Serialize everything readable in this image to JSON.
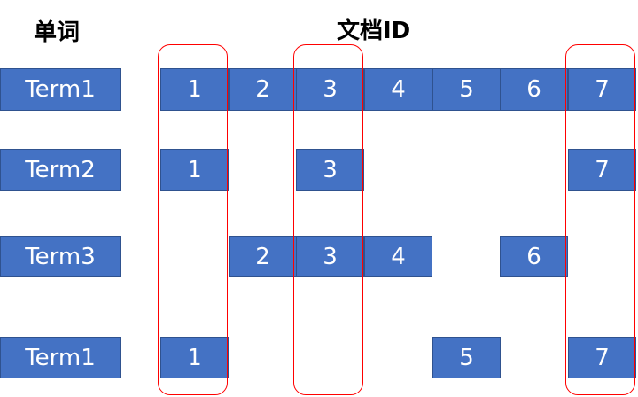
{
  "headers": {
    "terms": "单词",
    "docs": "文档ID"
  },
  "rows": [
    {
      "term": "Term1",
      "docs": [
        "1",
        "2",
        "3",
        "4",
        "5",
        "6",
        "7"
      ]
    },
    {
      "term": "Term2",
      "docs": [
        "1",
        "3",
        "7"
      ]
    },
    {
      "term": "Term3",
      "docs": [
        "2",
        "3",
        "4",
        "6"
      ]
    },
    {
      "term": "Term1",
      "docs": [
        "1",
        "5",
        "7"
      ]
    }
  ],
  "highlighted_docs": [
    "1",
    "3",
    "7"
  ],
  "colors": {
    "cell_fill": "#4472c4",
    "cell_border": "#2f528f",
    "highlight": "#ff0000"
  }
}
